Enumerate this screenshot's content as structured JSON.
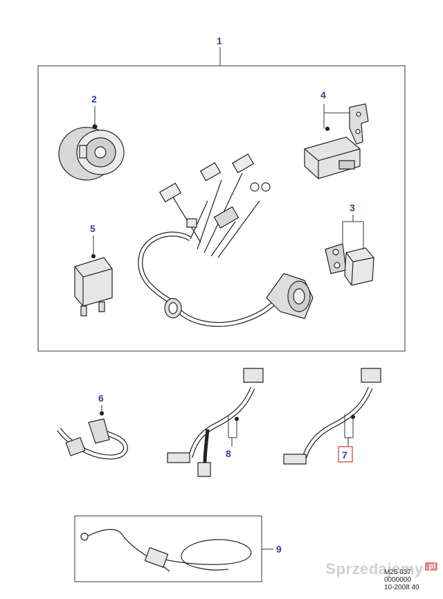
{
  "callouts": {
    "c1": "1",
    "c2": "2",
    "c3": "3",
    "c4": "4",
    "c5": "5",
    "c6": "6",
    "c7": "7",
    "c8": "8",
    "c9": "9"
  },
  "reference": {
    "line1": "M25 037",
    "line2": "0000000",
    "line3": "10-2008 40"
  },
  "watermark": {
    "text": "Sprzedajemy",
    "tag": ".pl"
  },
  "colors": {
    "callout": "#2a3f9a",
    "line": "#222222",
    "highlight": "#d9534f"
  }
}
